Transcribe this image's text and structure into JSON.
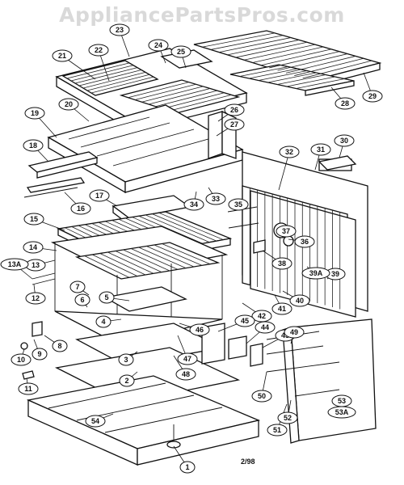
{
  "watermark": "AppliancePartsPros.com",
  "date_code": "2/98",
  "callouts": [
    {
      "id": "1"
    },
    {
      "id": "2"
    },
    {
      "id": "3"
    },
    {
      "id": "4"
    },
    {
      "id": "5"
    },
    {
      "id": "6"
    },
    {
      "id": "7"
    },
    {
      "id": "8"
    },
    {
      "id": "9"
    },
    {
      "id": "10"
    },
    {
      "id": "11"
    },
    {
      "id": "12"
    },
    {
      "id": "13"
    },
    {
      "id": "13A"
    },
    {
      "id": "14"
    },
    {
      "id": "15"
    },
    {
      "id": "16"
    },
    {
      "id": "17"
    },
    {
      "id": "18"
    },
    {
      "id": "19"
    },
    {
      "id": "20"
    },
    {
      "id": "21"
    },
    {
      "id": "22"
    },
    {
      "id": "23"
    },
    {
      "id": "24"
    },
    {
      "id": "25"
    },
    {
      "id": "26"
    },
    {
      "id": "27"
    },
    {
      "id": "28"
    },
    {
      "id": "29"
    },
    {
      "id": "30"
    },
    {
      "id": "31"
    },
    {
      "id": "32"
    },
    {
      "id": "33"
    },
    {
      "id": "34"
    },
    {
      "id": "35"
    },
    {
      "id": "36"
    },
    {
      "id": "37"
    },
    {
      "id": "38"
    },
    {
      "id": "39"
    },
    {
      "id": "39A"
    },
    {
      "id": "40"
    },
    {
      "id": "41"
    },
    {
      "id": "42"
    },
    {
      "id": "43"
    },
    {
      "id": "44"
    },
    {
      "id": "45"
    },
    {
      "id": "46"
    },
    {
      "id": "47"
    },
    {
      "id": "48"
    },
    {
      "id": "49"
    },
    {
      "id": "50"
    },
    {
      "id": "51"
    },
    {
      "id": "52"
    },
    {
      "id": "53"
    },
    {
      "id": "53A"
    },
    {
      "id": "54"
    }
  ]
}
